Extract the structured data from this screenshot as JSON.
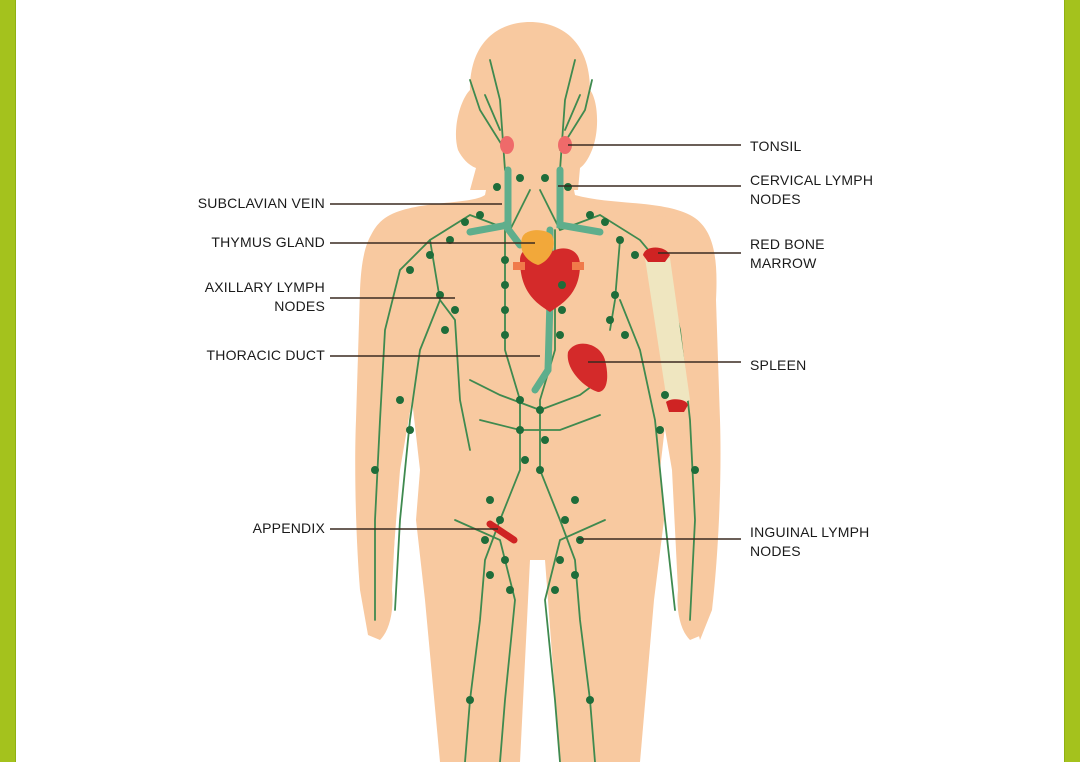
{
  "colors": {
    "frame": "#a4c21d",
    "background": "#ffffff",
    "skin": "#f8c9a0",
    "lymph_vessel": "#3f8a4f",
    "lymph_node": "#1f6d3a",
    "duct": "#5fae8c",
    "organ_red": "#d42a2a",
    "tonsil": "#ef6a6a",
    "thymus": "#f2a83a",
    "bone": "#efe6c0",
    "leader_line": "#3a2a20"
  },
  "labels": {
    "left": [
      {
        "id": "subclavian-vein",
        "text": "SUBCLAVIAN VEIN"
      },
      {
        "id": "thymus-gland",
        "text": "THYMUS GLAND"
      },
      {
        "id": "axillary-lymph-nodes",
        "text": "AXILLARY LYMPH\nNODES"
      },
      {
        "id": "thoracic-duct",
        "text": "THORACIC DUCT"
      },
      {
        "id": "appendix",
        "text": "APPENDIX"
      }
    ],
    "right": [
      {
        "id": "tonsil",
        "text": "TONSIL"
      },
      {
        "id": "cervical-lymph-nodes",
        "text": "CERVICAL LYMPH\nNODES"
      },
      {
        "id": "red-bone-marrow",
        "text": "RED BONE\nMARROW"
      },
      {
        "id": "spleen",
        "text": "SPLEEN"
      },
      {
        "id": "inguinal-lymph-nodes",
        "text": "INGUINAL LYMPH\nNODES"
      }
    ]
  }
}
